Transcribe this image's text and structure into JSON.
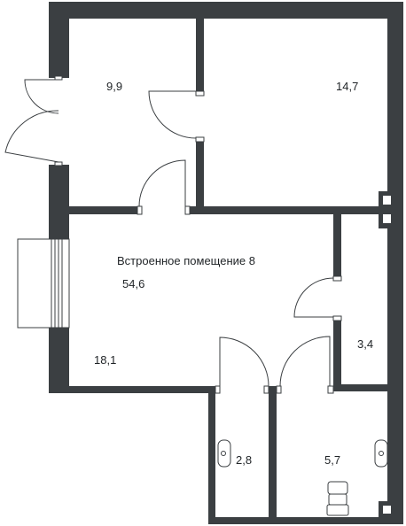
{
  "plan": {
    "title": "Встроенное помещение 8",
    "total_area": "54,6",
    "rooms": [
      {
        "id": "room-a",
        "area": "9,9"
      },
      {
        "id": "room-b",
        "area": "14,7"
      },
      {
        "id": "room-main",
        "area": "18,1"
      },
      {
        "id": "room-small",
        "area": "3,4"
      },
      {
        "id": "room-wc1",
        "area": "2,8"
      },
      {
        "id": "room-wc2",
        "area": "5,7"
      }
    ],
    "colors": {
      "wall": "#3b3f42",
      "background": "#ffffff",
      "text": "#1f2326"
    }
  }
}
